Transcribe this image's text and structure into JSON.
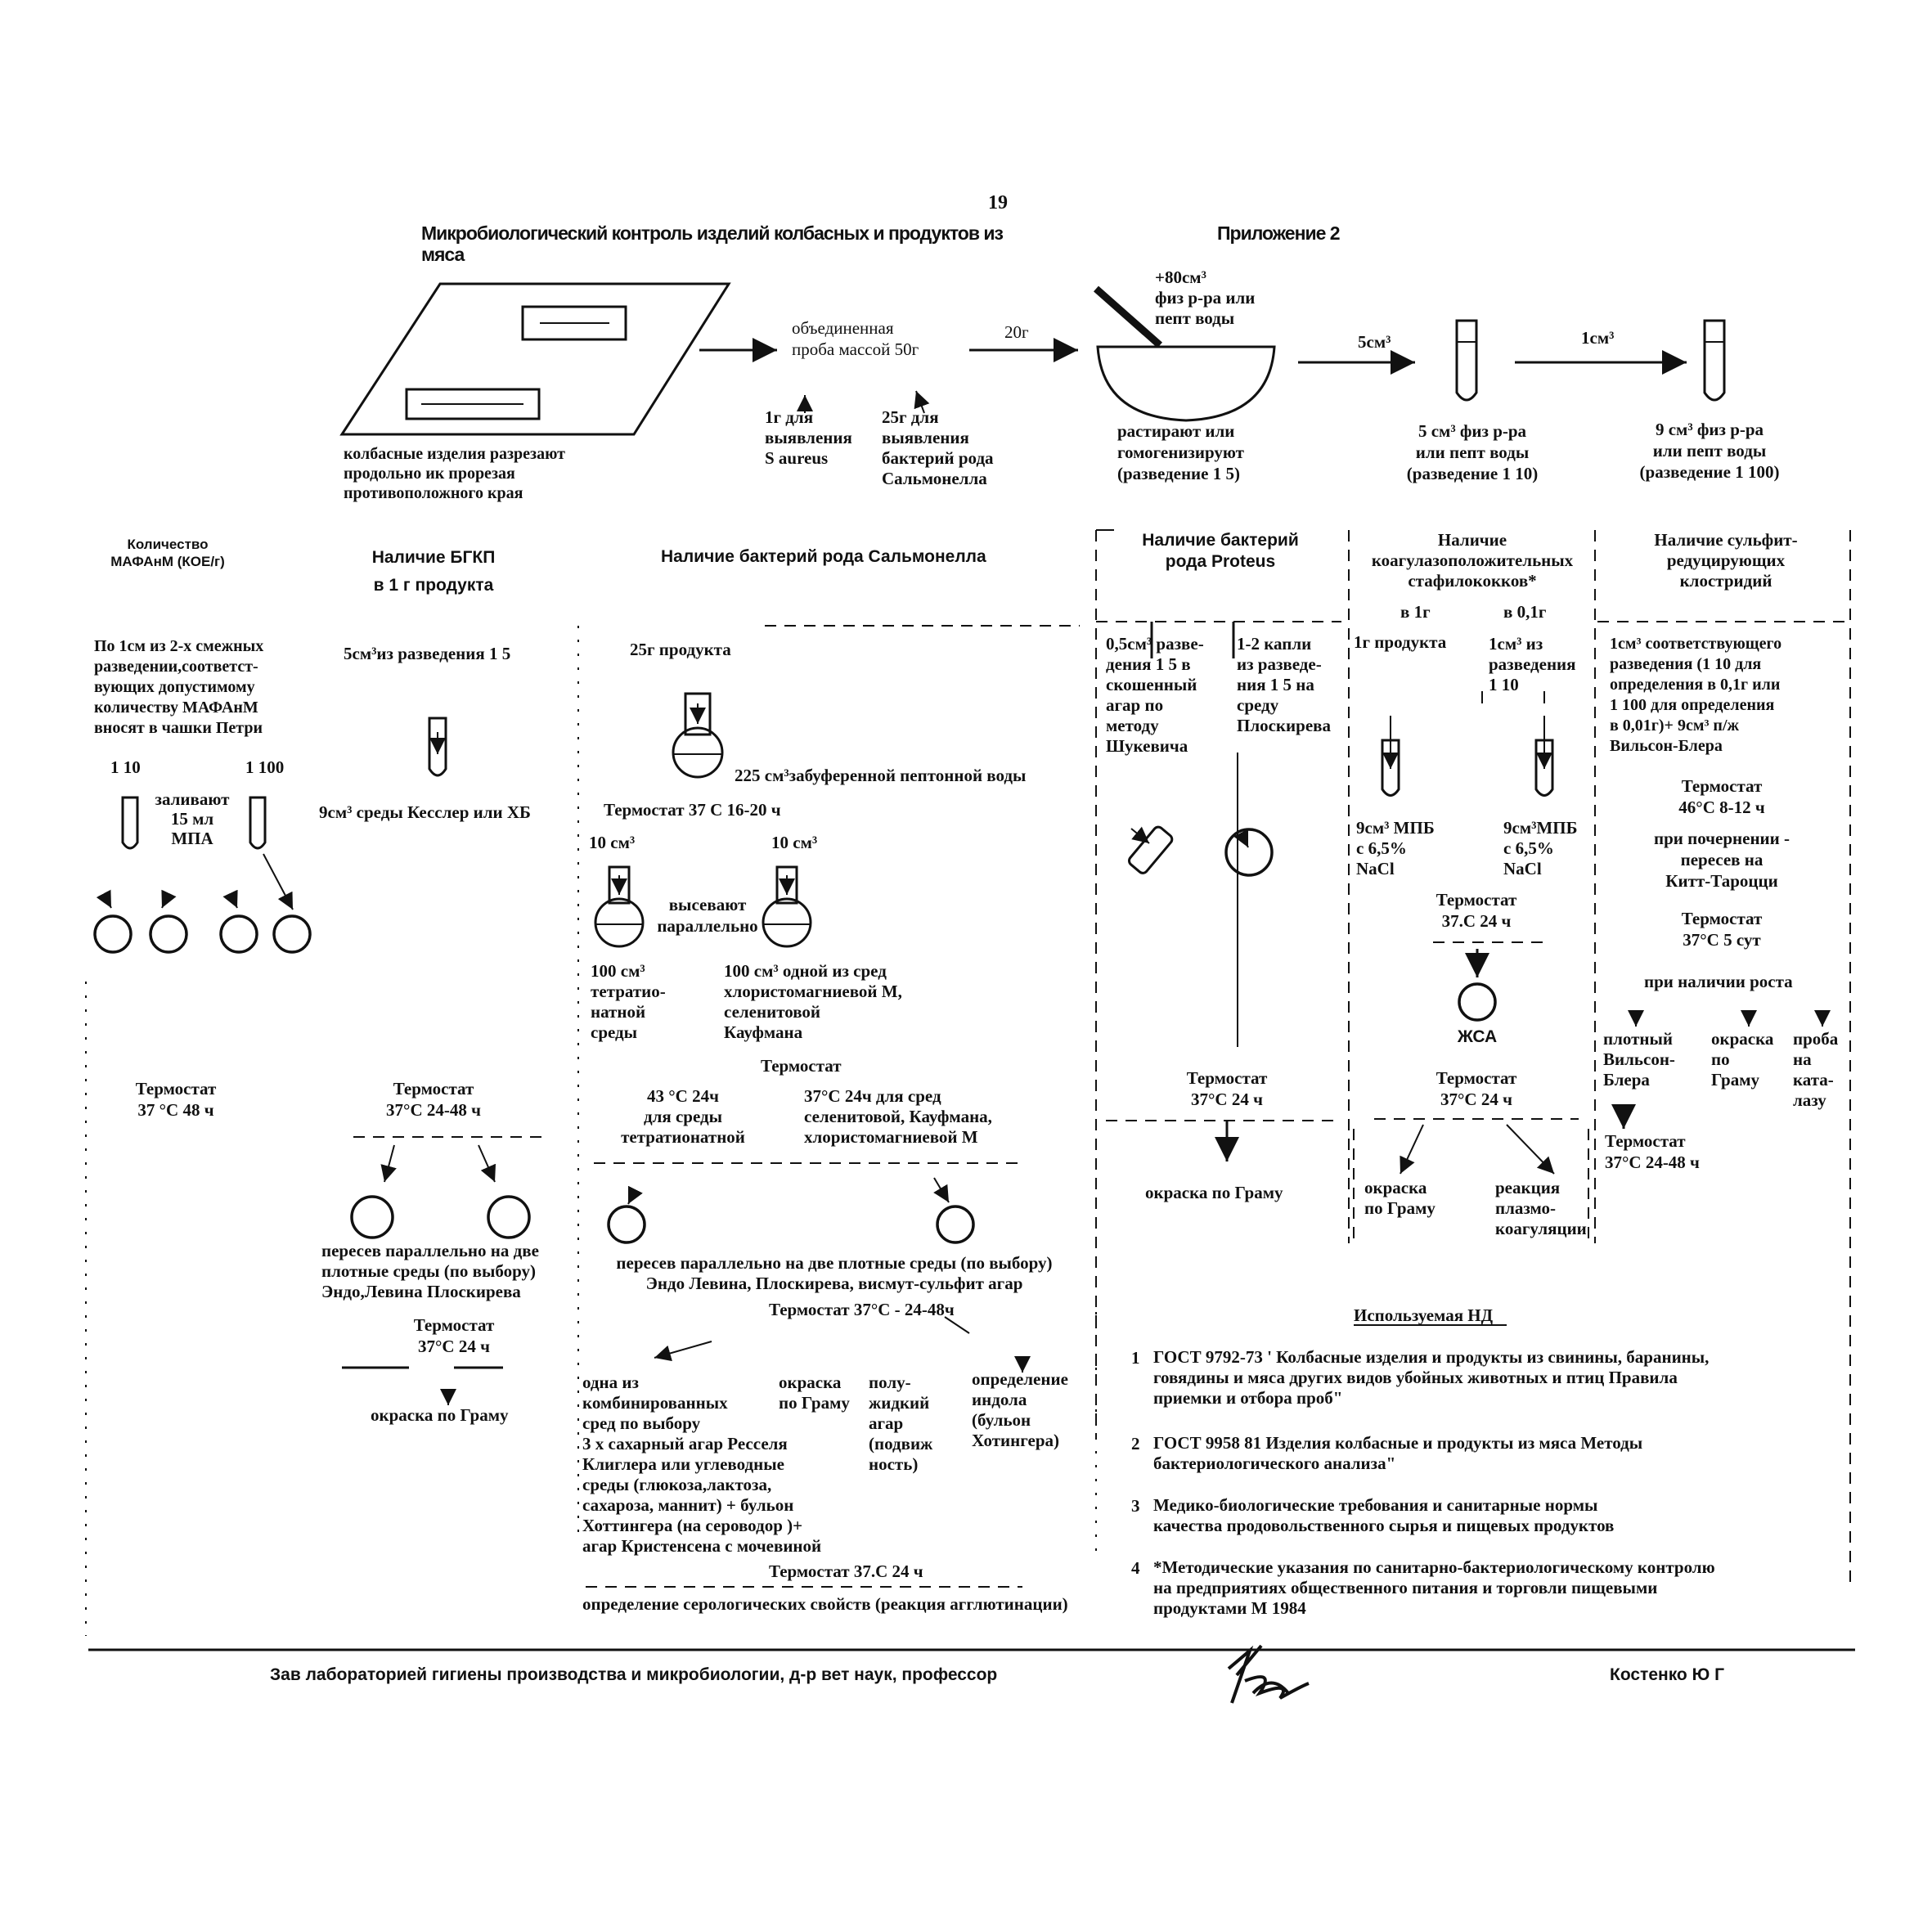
{
  "page_number": "19",
  "title": "Микробиологический контроль изделий колбасных и продуктов из мяса",
  "appendix": "Приложение 2",
  "sampling": {
    "cut_caption": "колбасные изделия разрезают\nпродольно  ик прорезая\nпротивоположного края",
    "combined_sample": "объединенная\nпроба массой 50г",
    "s_aureus_portion": "1г для\nвыявления\nS aureus",
    "salmonella_portion": "25г для\nвыявления\nбактерий рода\nСальмонелла",
    "portion_to_mortar": "20г",
    "diluent": "+80см³\nфиз  р-ра или\nпепт  воды",
    "homogenize": "растирают или\nгомогенизируют\n(разведение 1 5)",
    "transfer_1": "5см³",
    "tube_1": "5 см³ физ  р-ра\nили пепт воды\n(разведение 1 10)",
    "transfer_2": "1см³",
    "tube_2": "9 см³ физ  р-ра\nили пепт  воды\n(разведение 1 100)"
  },
  "mafanm": {
    "header": "Количество\nМАФАнМ (КОЕ/г)",
    "method": "По 1см  из 2-х смежных\nразведении,соответст-\nвующих допустимому\nколичеству МАФАнМ\nвносят в чашки Петри",
    "dil_10": "1 10",
    "dil_100": "1 100",
    "pour": "заливают\n15 мл\nМПА",
    "incubation": "Термостат\n37 °С  48 ч"
  },
  "bgkp": {
    "header": "Наличие БГКП\nв 1 г продукта",
    "inoculum": "5см³из разведения 1 5",
    "medium": "9см³ среды Кесслер или ХБ",
    "incubation_1": "Термостат\n37°С  24-48 ч",
    "subculture": "пересев параллельно на две\nплотные среды (по выбору)\nЭндо,Левина  Плоскирева",
    "incubation_2": "Термостат\n37°С 24 ч",
    "gram": "окраска по Граму"
  },
  "salmonella": {
    "header": "Наличие бактерий рода Сальмонелла",
    "product": "25г продукта",
    "buffer": "225 см³забуференной пептонной воды",
    "incubation_1": "Термостат 37 С  16-20 ч",
    "aliquot_left": "10 см³",
    "aliquot_right": "10 см³",
    "parallel": "высевают\nпараллельно",
    "tetrathionate": "100 см³\nтетратио-\nнатной\nсреды",
    "other_media": "100 см³ одной из сред\nхлористомагниевой М,\nселенитовой\nКауфмана",
    "incubation_2": "Термостат",
    "temp_tetra": "43 °С  24ч\nдля среды\nтетратионатной",
    "temp_other": "37°С  24ч для сред\nселенитовой,  Кауфмана,\nхлористомагниевой М",
    "subculture": "пересев параллельно на две плотные среды (по выбору)\nЭндо  Левина,  Плоскирева, висмут-сульфит агар",
    "incubation_3": "Термостат 37°С - 24-48ч",
    "combined_media": "одна из\nкомбинированных\nсред по выбору\n3 х сахарный агар Ресселя\nКлиглера или углеводные\nсреды (глюкоза,лактоза,\nсахароза,  маннит)  + бульон\nХоттингера (на сероводор )+\nагар Кристенсена с мочевиной",
    "gram": "окраска\nпо Граму",
    "semisolid": "полу-\nжидкий\nагар\n(подвиж\nность)",
    "indole": "определение\nиндола\n(бульон\nХотингера)",
    "incubation_4": "Термостат 37.С  24 ч",
    "serology": "определение серологических свойств (реакция агглютинации)"
  },
  "proteus": {
    "header": "Наличие бактерий\nрода Proteus",
    "method_1": "0,5см³ разве-\nдения 1 5 в\nскошенный\nагар по\nметоду\nШукевича",
    "method_2": "1-2 капли\nиз разведе-\nния 1 5 на\nсреду\nПлоскирева",
    "incubation": "Термостат\n37°С  24 ч",
    "gram": "окраска по Граму"
  },
  "staph": {
    "header": "Наличие\nкоагулазоположительных\nстафилококков*",
    "in_1g": "в 1г",
    "in_01g": "в 0,1г",
    "sample_1": "1г продукта",
    "sample_2": "1см³ из\nразведения\n1 10",
    "broth_1": "9см³ МПБ\nс 6,5%\nNaCl",
    "broth_2": "9см³МПБ\nс 6,5%\nNaCl",
    "incubation_1": "Термостат\n37.С  24 ч",
    "plate": "ЖСА",
    "incubation_2": "Термостат\n37°С  24 ч",
    "gram": "окраска\nпо Граму",
    "coagulase": "реакция\nплазмо-\nкоагуляции"
  },
  "clostridia": {
    "header": "Наличие сульфит-\nредуцирующих\nклостридий",
    "method": "1см³  соответствующего\nразведения (1 10 для\nопределения в 0,1г или\n1 100 для определения\nв 0,01г)+ 9см³ п/ж\nВильсон-Блера",
    "incubation_1": "Термостат\n46°С  8-12 ч",
    "blackening": "при почернении -\nпересев на\nКитт-Тароцци",
    "incubation_2": "Термостат\n37°С  5 сут",
    "growth": "при наличии роста",
    "solid": "плотный\nВильсон-\nБлера",
    "gram": "окраска\nпо\nГраму",
    "catalase": "проба\nна\nката-\nлазу",
    "incubation_3": "Термостат\n37°С  24-48 ч"
  },
  "references": {
    "heading": "Используемая НД",
    "items": [
      {
        "num": "1",
        "text": "ГОСТ 9792-73 ' Колбасные изделия и продукты из свинины, баранины,\nговядины и мяса других видов убойных животных и птиц Правила\nприемки и отбора проб\""
      },
      {
        "num": "2",
        "text": "ГОСТ 9958 81  Изделия колбасные и продукты из мяса  Методы\nбактериологического анализа\""
      },
      {
        "num": "3",
        "text": "Медико-биологические требования и санитарные нормы\nкачества продовольственного сырья и пищевых продуктов"
      },
      {
        "num": "4",
        "text": "*Методические указания по санитарно-бактериологическому контролю\nна предприятиях общественного питания и торговли пищевыми\nпродуктами М 1984"
      }
    ]
  },
  "footer": {
    "position": "Зав лабораторией гигиены производства и микробиологии, д-р вет  наук, профессор",
    "name": "Костенко Ю Г"
  }
}
